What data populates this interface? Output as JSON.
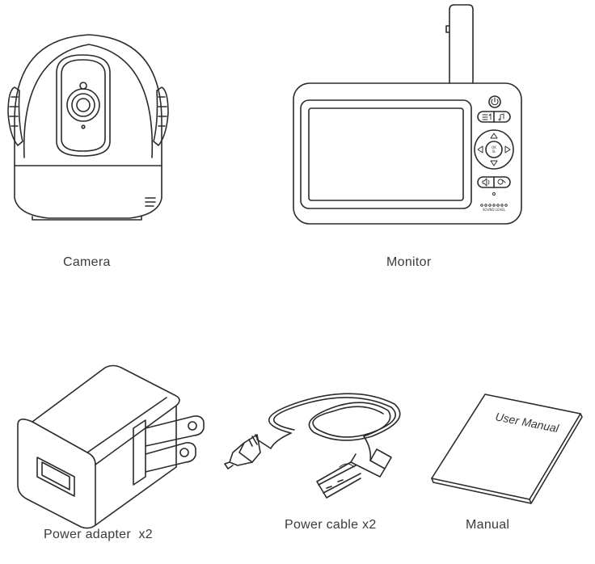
{
  "captions": {
    "camera": "Camera",
    "monitor": "Monitor",
    "power_adapter": "Power adapter  x2",
    "power_cable": "Power cable x2",
    "manual": "Manual"
  },
  "manual_cover_title": "User Manual",
  "monitor_labels": {
    "ok": "OK",
    "sound_level": "SOUND LEVEL"
  },
  "icons": [
    "power-icon",
    "menu-back-icon",
    "music-icon",
    "arrow-up-icon",
    "arrow-down-icon",
    "arrow-left-icon",
    "arrow-right-icon",
    "volume-icon",
    "talk-icon"
  ],
  "colors": {
    "line": "#2b2b2b",
    "background": "#ffffff"
  }
}
